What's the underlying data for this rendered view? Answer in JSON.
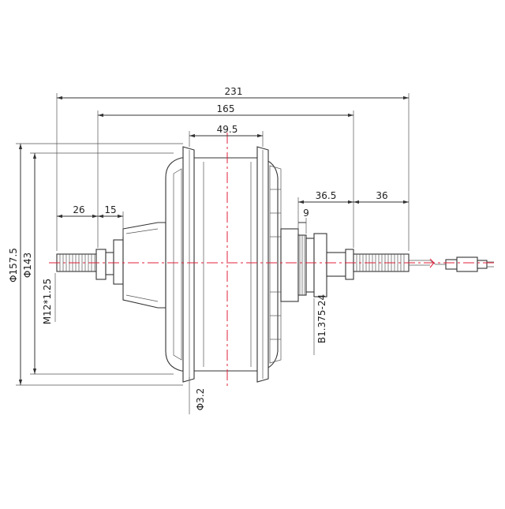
{
  "dimensions": {
    "overall_length": "231",
    "body_length": "165",
    "rim_width": "49.5",
    "left_axle": "26",
    "left_shoulder": "15",
    "right_span": "36.5",
    "right_axle": "36",
    "freewheel_gap": "9",
    "outer_diameter": "Φ157.5",
    "inner_diameter": "Φ143",
    "thread_left": "M12*1.25",
    "thread_right": "B1.375-24",
    "hole_diameter": "Φ3.2"
  },
  "colors": {
    "line": "#333333",
    "centerline": "#e0203a"
  }
}
